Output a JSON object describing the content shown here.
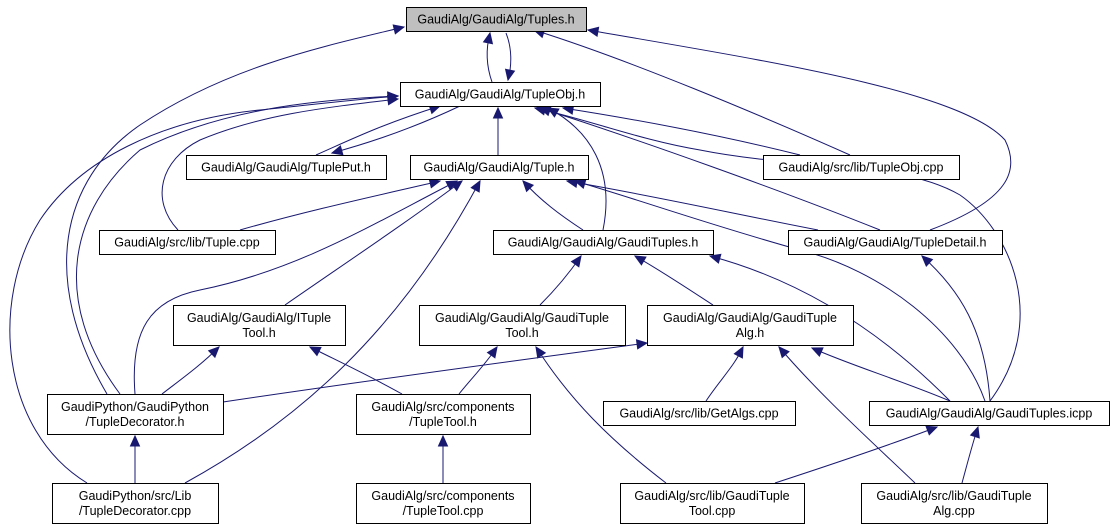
{
  "diagram": {
    "title": "Include dependency graph for GaudiAlg/GaudiAlg/Tuples.h",
    "colors": {
      "edge": "#191970",
      "root_fill": "#bfbfbf",
      "node_fill": "#ffffff",
      "node_border": "#000000"
    },
    "nodes": [
      {
        "id": "tuples_h",
        "lines": [
          "GaudiAlg/GaudiAlg/Tuples.h"
        ],
        "root": true
      },
      {
        "id": "tupleobj_h",
        "lines": [
          "GaudiAlg/GaudiAlg/TupleObj.h"
        ]
      },
      {
        "id": "tupleput_h",
        "lines": [
          "GaudiAlg/GaudiAlg/TuplePut.h"
        ]
      },
      {
        "id": "tuple_h",
        "lines": [
          "GaudiAlg/GaudiAlg/Tuple.h"
        ]
      },
      {
        "id": "tupleobj_cpp",
        "lines": [
          "GaudiAlg/src/lib/TupleObj.cpp"
        ]
      },
      {
        "id": "tuple_cpp",
        "lines": [
          "GaudiAlg/src/lib/Tuple.cpp"
        ]
      },
      {
        "id": "gaudituples_h",
        "lines": [
          "GaudiAlg/GaudiAlg/GaudiTuples.h"
        ]
      },
      {
        "id": "tupledetail_h",
        "lines": [
          "GaudiAlg/GaudiAlg/TupleDetail.h"
        ]
      },
      {
        "id": "ituple_tool_h",
        "lines": [
          "GaudiAlg/GaudiAlg/ITuple",
          "Tool.h"
        ]
      },
      {
        "id": "gaudituple_tool_h",
        "lines": [
          "GaudiAlg/GaudiAlg/GaudiTuple",
          "Tool.h"
        ]
      },
      {
        "id": "gaudituple_alg_h",
        "lines": [
          "GaudiAlg/GaudiAlg/GaudiTuple",
          "Alg.h"
        ]
      },
      {
        "id": "tupledecorator_h",
        "lines": [
          "GaudiPython/GaudiPython",
          "/TupleDecorator.h"
        ]
      },
      {
        "id": "tupletool_h",
        "lines": [
          "GaudiAlg/src/components",
          "/TupleTool.h"
        ]
      },
      {
        "id": "getalgs_cpp",
        "lines": [
          "GaudiAlg/src/lib/GetAlgs.cpp"
        ]
      },
      {
        "id": "gaudituples_icpp",
        "lines": [
          "GaudiAlg/GaudiAlg/GaudiTuples.icpp"
        ]
      },
      {
        "id": "tupledecorator_cpp",
        "lines": [
          "GaudiPython/src/Lib",
          "/TupleDecorator.cpp"
        ]
      },
      {
        "id": "tupletool_cpp",
        "lines": [
          "GaudiAlg/src/components",
          "/TupleTool.cpp"
        ]
      },
      {
        "id": "gaudituple_tool_cpp",
        "lines": [
          "GaudiAlg/src/lib/GaudiTuple",
          "Tool.cpp"
        ]
      },
      {
        "id": "gaudituple_alg_cpp",
        "lines": [
          "GaudiAlg/src/lib/GaudiTuple",
          "Alg.cpp"
        ]
      }
    ],
    "edges": [
      {
        "from": "tupleobj_h",
        "to": "tuples_h"
      },
      {
        "from": "tuples_h",
        "to": "tupleobj_h"
      },
      {
        "from": "tupledecorator_h",
        "to": "tuples_h"
      },
      {
        "from": "tupleobj_cpp",
        "to": "tuples_h"
      },
      {
        "from": "tupledetail_h",
        "to": "tuples_h"
      },
      {
        "from": "tupleput_h",
        "to": "tupleobj_h"
      },
      {
        "from": "tupleobj_h",
        "to": "tupleput_h"
      },
      {
        "from": "tuple_h",
        "to": "tupleobj_h"
      },
      {
        "from": "tupleobj_cpp",
        "to": "tupleobj_h"
      },
      {
        "from": "tuple_cpp",
        "to": "tupleobj_h"
      },
      {
        "from": "gaudituples_h",
        "to": "tupleobj_h"
      },
      {
        "from": "tupledetail_h",
        "to": "tupleobj_h"
      },
      {
        "from": "gaudituples_icpp",
        "to": "tupleobj_h"
      },
      {
        "from": "tupledecorator_h",
        "to": "tupleobj_h"
      },
      {
        "from": "tupledecorator_cpp",
        "to": "tupleobj_h"
      },
      {
        "from": "tuple_cpp",
        "to": "tuple_h"
      },
      {
        "from": "gaudituples_h",
        "to": "tuple_h"
      },
      {
        "from": "tupledetail_h",
        "to": "tuple_h"
      },
      {
        "from": "gaudituples_icpp",
        "to": "tuple_h"
      },
      {
        "from": "ituple_tool_h",
        "to": "tuple_h"
      },
      {
        "from": "tupledecorator_h",
        "to": "tuple_h"
      },
      {
        "from": "tupledecorator_cpp",
        "to": "tuple_h"
      },
      {
        "from": "gaudituple_tool_h",
        "to": "gaudituples_h"
      },
      {
        "from": "gaudituple_alg_h",
        "to": "gaudituples_h"
      },
      {
        "from": "gaudituples_icpp",
        "to": "gaudituples_h"
      },
      {
        "from": "gaudituples_icpp",
        "to": "tupledetail_h"
      },
      {
        "from": "tupledecorator_h",
        "to": "ituple_tool_h"
      },
      {
        "from": "tupletool_h",
        "to": "ituple_tool_h"
      },
      {
        "from": "tupletool_h",
        "to": "gaudituple_tool_h"
      },
      {
        "from": "gaudituple_tool_cpp",
        "to": "gaudituple_tool_h"
      },
      {
        "from": "tupledecorator_h",
        "to": "gaudituple_alg_h"
      },
      {
        "from": "getalgs_cpp",
        "to": "gaudituple_alg_h"
      },
      {
        "from": "gaudituple_alg_cpp",
        "to": "gaudituple_alg_h"
      },
      {
        "from": "gaudituples_icpp",
        "to": "gaudituple_alg_h"
      },
      {
        "from": "tupledecorator_cpp",
        "to": "tupledecorator_h"
      },
      {
        "from": "tupletool_cpp",
        "to": "tupletool_h"
      },
      {
        "from": "gaudituple_tool_cpp",
        "to": "gaudituples_icpp"
      },
      {
        "from": "gaudituple_alg_cpp",
        "to": "gaudituples_icpp"
      }
    ]
  }
}
